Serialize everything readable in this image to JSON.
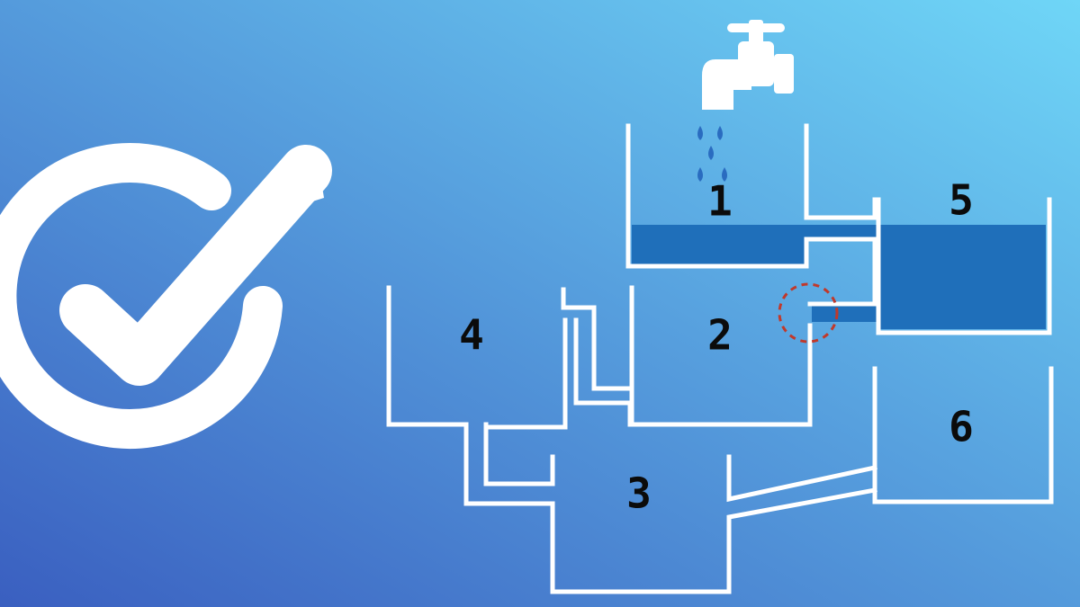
{
  "colors": {
    "background_bottom_left": "#3a5fc0",
    "background_top_right": "#6fd6f7",
    "pipe_stroke": "#ffffff",
    "water": "#1f6fba",
    "drops": "#2a6cc0",
    "highlight_circle": "#c0392b",
    "label_text": "#0b0b0b",
    "checkmark": "#ffffff",
    "faucet": "#ffffff"
  },
  "icons": {
    "checkmark": "check-circle-icon",
    "faucet": "faucet-icon",
    "drops": "water-drop-icon"
  },
  "containers": [
    {
      "id": "tank-1",
      "label": "1"
    },
    {
      "id": "tank-2",
      "label": "2"
    },
    {
      "id": "tank-3",
      "label": "3"
    },
    {
      "id": "tank-4",
      "label": "4"
    },
    {
      "id": "tank-5",
      "label": "5"
    },
    {
      "id": "tank-6",
      "label": "6"
    }
  ]
}
